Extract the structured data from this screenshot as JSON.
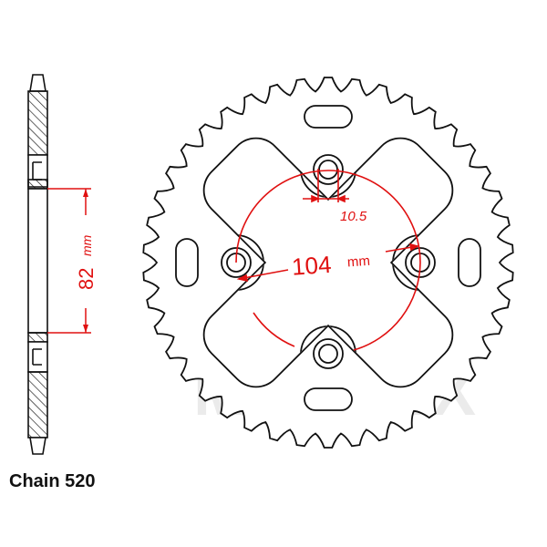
{
  "labels": {
    "chain": "Chain 520",
    "hub_diameter_value": "82",
    "hub_diameter_unit": "mm",
    "bolt_circle_value": "104",
    "bolt_circle_unit": "mm",
    "bolt_hole_diameter": "10.5"
  },
  "watermark": {
    "text": "MOTRIX"
  },
  "sprocket": {
    "teeth": 42,
    "bolt_holes": 4,
    "slots": 4
  },
  "colors": {
    "outline": "#111111",
    "dimension": "#e01010",
    "watermark": "#d9d9d9"
  }
}
